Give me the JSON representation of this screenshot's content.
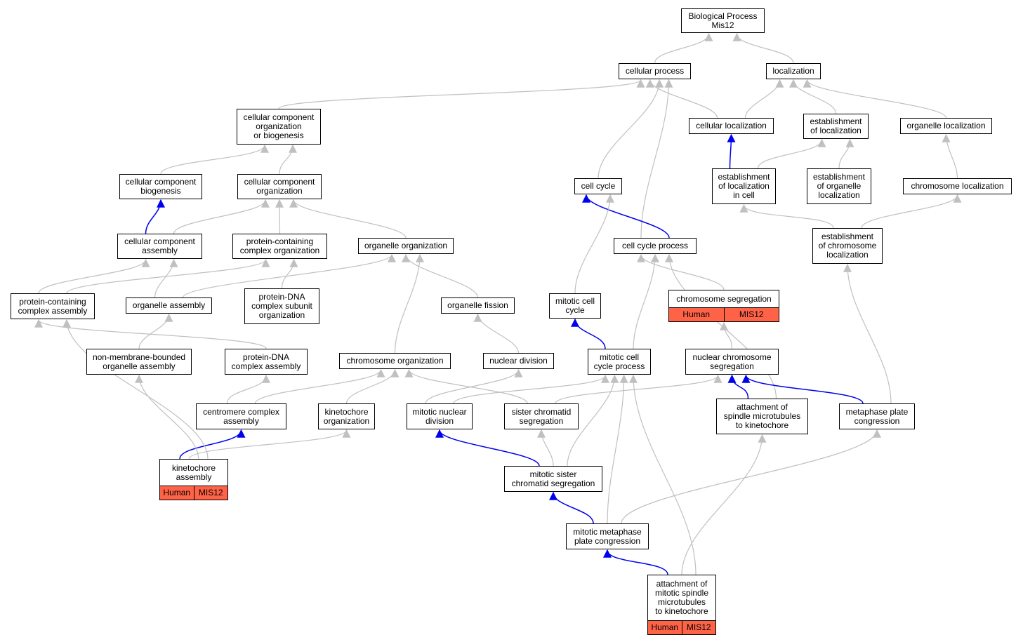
{
  "colors": {
    "is_a": "#c0c0c0",
    "part_of": "#0000ee",
    "annotation": "#ff6347"
  },
  "nodes": [
    {
      "id": "bp",
      "label": "Biological Process\nMis12"
    },
    {
      "id": "cp",
      "label": "cellular process"
    },
    {
      "id": "loc",
      "label": "localization"
    },
    {
      "id": "ccob",
      "label": "cellular component\norganization\nor biogenesis"
    },
    {
      "id": "cellloc",
      "label": "cellular localization"
    },
    {
      "id": "estloc",
      "label": "establishment\nof localization"
    },
    {
      "id": "orgloc",
      "label": "organelle localization"
    },
    {
      "id": "ccb",
      "label": "cellular component\nbiogenesis"
    },
    {
      "id": "cco",
      "label": "cellular component\norganization"
    },
    {
      "id": "cc",
      "label": "cell cycle"
    },
    {
      "id": "estlocc",
      "label": "establishment\nof localization\nin cell"
    },
    {
      "id": "estorgloc",
      "label": "establishment\nof organelle\nlocalization"
    },
    {
      "id": "chrloc",
      "label": "chromosome localization"
    },
    {
      "id": "cca",
      "label": "cellular component\nassembly"
    },
    {
      "id": "pcco",
      "label": "protein-containing\ncomplex organization"
    },
    {
      "id": "orgo",
      "label": "organelle organization"
    },
    {
      "id": "ccp",
      "label": "cell cycle process"
    },
    {
      "id": "estchrloc",
      "label": "establishment\nof chromosome\nlocalization"
    },
    {
      "id": "pcca",
      "label": "protein-containing\ncomplex assembly"
    },
    {
      "id": "orga",
      "label": "organelle assembly"
    },
    {
      "id": "pdnaso",
      "label": "protein-DNA\ncomplex subunit\norganization"
    },
    {
      "id": "orgf",
      "label": "organelle fission"
    },
    {
      "id": "mcc",
      "label": "mitotic cell\ncycle"
    },
    {
      "id": "chrseg",
      "label": "chromosome segregation",
      "tags": [
        "Human",
        "MIS12"
      ]
    },
    {
      "id": "nmboa",
      "label": "non-membrane-bounded\norganelle assembly"
    },
    {
      "id": "pdnaca",
      "label": "protein-DNA\ncomplex assembly"
    },
    {
      "id": "chro",
      "label": "chromosome organization"
    },
    {
      "id": "nucdiv",
      "label": "nuclear division"
    },
    {
      "id": "mccp",
      "label": "mitotic cell\ncycle process"
    },
    {
      "id": "ncs",
      "label": "nuclear chromosome\nsegregation"
    },
    {
      "id": "cenca",
      "label": "centromere complex\nassembly"
    },
    {
      "id": "kto",
      "label": "kinetochore\norganization"
    },
    {
      "id": "mnd",
      "label": "mitotic nuclear\ndivision"
    },
    {
      "id": "scs",
      "label": "sister chromatid\nsegregation"
    },
    {
      "id": "asmk",
      "label": "attachment of\nspindle microtubules\nto kinetochore"
    },
    {
      "id": "mpc",
      "label": "metaphase plate\ncongression"
    },
    {
      "id": "kta",
      "label": "kinetochore\nassembly",
      "tags": [
        "Human",
        "MIS12"
      ]
    },
    {
      "id": "mscs",
      "label": "mitotic sister\nchromatid segregation"
    },
    {
      "id": "mmpc",
      "label": "mitotic metaphase\nplate congression"
    },
    {
      "id": "amsmk",
      "label": "attachment of\nmitotic spindle\nmicrotubules\nto kinetochore",
      "tags": [
        "Human",
        "MIS12"
      ]
    }
  ],
  "edges": [
    {
      "from": "cp",
      "to": "bp",
      "type": "is_a"
    },
    {
      "from": "loc",
      "to": "bp",
      "type": "is_a"
    },
    {
      "from": "ccob",
      "to": "cp",
      "type": "is_a"
    },
    {
      "from": "cellloc",
      "to": "cp",
      "type": "is_a"
    },
    {
      "from": "cellloc",
      "to": "loc",
      "type": "is_a"
    },
    {
      "from": "estloc",
      "to": "loc",
      "type": "is_a"
    },
    {
      "from": "orgloc",
      "to": "loc",
      "type": "is_a"
    },
    {
      "from": "cc",
      "to": "cp",
      "type": "is_a"
    },
    {
      "from": "ccp",
      "to": "cp",
      "type": "is_a"
    },
    {
      "from": "ccb",
      "to": "ccob",
      "type": "is_a"
    },
    {
      "from": "cco",
      "to": "ccob",
      "type": "is_a"
    },
    {
      "from": "estlocc",
      "to": "cellloc",
      "type": "part_of"
    },
    {
      "from": "estlocc",
      "to": "estloc",
      "type": "is_a"
    },
    {
      "from": "estorgloc",
      "to": "estloc",
      "type": "is_a"
    },
    {
      "from": "chrloc",
      "to": "orgloc",
      "type": "is_a"
    },
    {
      "from": "cca",
      "to": "ccb",
      "type": "part_of"
    },
    {
      "from": "cca",
      "to": "cco",
      "type": "is_a"
    },
    {
      "from": "pcco",
      "to": "cco",
      "type": "is_a"
    },
    {
      "from": "orgo",
      "to": "cco",
      "type": "is_a"
    },
    {
      "from": "ccp",
      "to": "cc",
      "type": "part_of"
    },
    {
      "from": "estchrloc",
      "to": "estlocc",
      "type": "is_a"
    },
    {
      "from": "estchrloc",
      "to": "chrloc",
      "type": "is_a"
    },
    {
      "from": "pcca",
      "to": "cca",
      "type": "is_a"
    },
    {
      "from": "pcca",
      "to": "pcco",
      "type": "is_a"
    },
    {
      "from": "orga",
      "to": "cca",
      "type": "is_a"
    },
    {
      "from": "orga",
      "to": "orgo",
      "type": "is_a"
    },
    {
      "from": "pdnaso",
      "to": "pcco",
      "type": "is_a"
    },
    {
      "from": "orgf",
      "to": "orgo",
      "type": "is_a"
    },
    {
      "from": "mcc",
      "to": "cc",
      "type": "is_a"
    },
    {
      "from": "chrseg",
      "to": "ccp",
      "type": "is_a"
    },
    {
      "from": "nmboa",
      "to": "orga",
      "type": "is_a"
    },
    {
      "from": "pdnaca",
      "to": "pcca",
      "type": "is_a"
    },
    {
      "from": "chro",
      "to": "orgo",
      "type": "is_a"
    },
    {
      "from": "nucdiv",
      "to": "orgf",
      "type": "is_a"
    },
    {
      "from": "mccp",
      "to": "mcc",
      "type": "part_of"
    },
    {
      "from": "mccp",
      "to": "ccp",
      "type": "is_a"
    },
    {
      "from": "ncs",
      "to": "chrseg",
      "type": "is_a"
    },
    {
      "from": "cenca",
      "to": "pdnaca",
      "type": "is_a"
    },
    {
      "from": "cenca",
      "to": "chro",
      "type": "is_a"
    },
    {
      "from": "kto",
      "to": "chro",
      "type": "is_a"
    },
    {
      "from": "mnd",
      "to": "nucdiv",
      "type": "is_a"
    },
    {
      "from": "mnd",
      "to": "mccp",
      "type": "is_a"
    },
    {
      "from": "scs",
      "to": "chro",
      "type": "is_a"
    },
    {
      "from": "scs",
      "to": "ncs",
      "type": "is_a"
    },
    {
      "from": "asmk",
      "to": "ncs",
      "type": "part_of"
    },
    {
      "from": "asmk",
      "to": "ccp",
      "type": "is_a"
    },
    {
      "from": "mpc",
      "to": "ncs",
      "type": "part_of"
    },
    {
      "from": "mpc",
      "to": "estchrloc",
      "type": "is_a"
    },
    {
      "from": "kta",
      "to": "cenca",
      "type": "part_of"
    },
    {
      "from": "kta",
      "to": "kto",
      "type": "is_a"
    },
    {
      "from": "kta",
      "to": "nmboa",
      "type": "is_a"
    },
    {
      "from": "kta",
      "to": "pcca",
      "type": "is_a"
    },
    {
      "from": "mscs",
      "to": "mnd",
      "type": "part_of"
    },
    {
      "from": "mscs",
      "to": "scs",
      "type": "is_a"
    },
    {
      "from": "mscs",
      "to": "mccp",
      "type": "is_a"
    },
    {
      "from": "mmpc",
      "to": "mscs",
      "type": "part_of"
    },
    {
      "from": "mmpc",
      "to": "mccp",
      "type": "is_a"
    },
    {
      "from": "mmpc",
      "to": "mpc",
      "type": "is_a"
    },
    {
      "from": "amsmk",
      "to": "mmpc",
      "type": "part_of"
    },
    {
      "from": "amsmk",
      "to": "asmk",
      "type": "is_a"
    },
    {
      "from": "amsmk",
      "to": "mccp",
      "type": "is_a"
    }
  ]
}
